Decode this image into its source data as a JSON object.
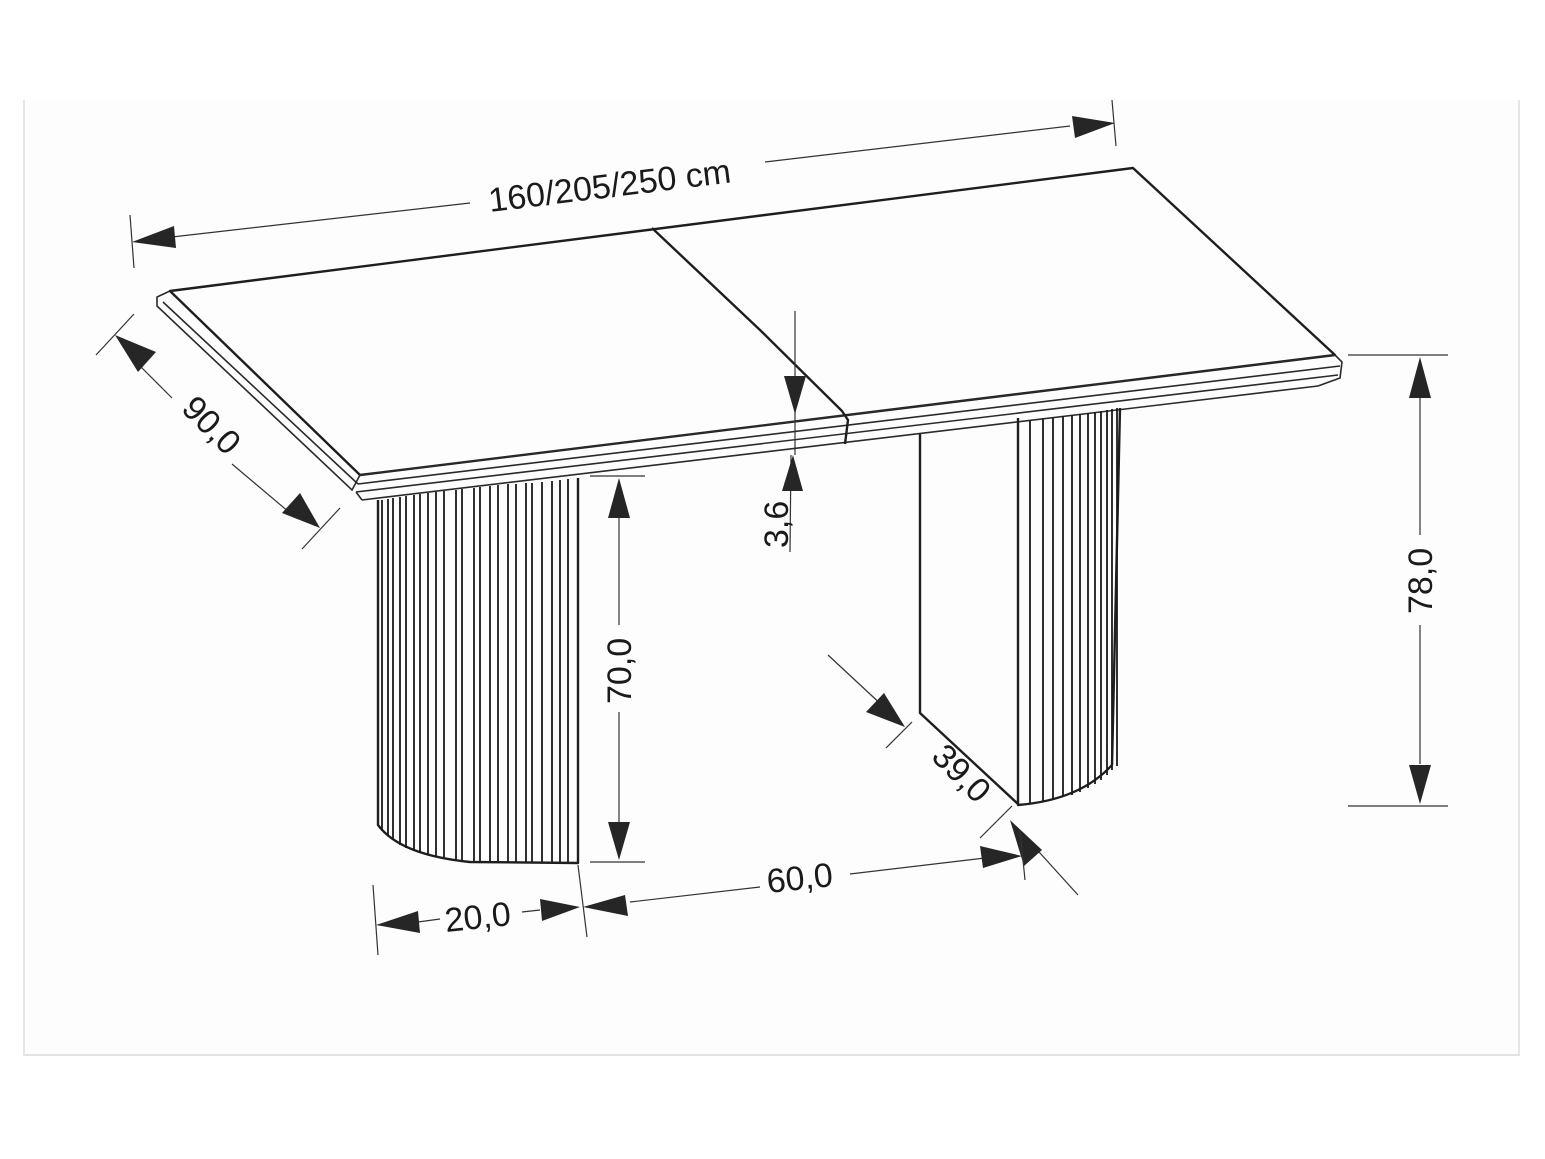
{
  "drawing": {
    "subject": "extendable dining table with two fluted pedestal legs",
    "units": "cm",
    "colors": {
      "line": "#1e1e1e",
      "frame_border": "#e6e6e6",
      "background": "#ffffff"
    }
  },
  "dimensions": {
    "length": {
      "label": "160/205/250 cm",
      "value": "160/205/250",
      "unit": "cm"
    },
    "width": {
      "label": "90,0",
      "value": 90.0
    },
    "top_thickness": {
      "label": "3,6",
      "value": 3.6
    },
    "total_height": {
      "label": "78,0",
      "value": 78.0
    },
    "leg_height": {
      "label": "70,0",
      "value": 70.0
    },
    "leg_depth": {
      "label": "39,0",
      "value": 39.0
    },
    "leg_width": {
      "label": "20,0",
      "value": 20.0
    },
    "leg_spacing": {
      "label": "60,0",
      "value": 60.0
    }
  }
}
